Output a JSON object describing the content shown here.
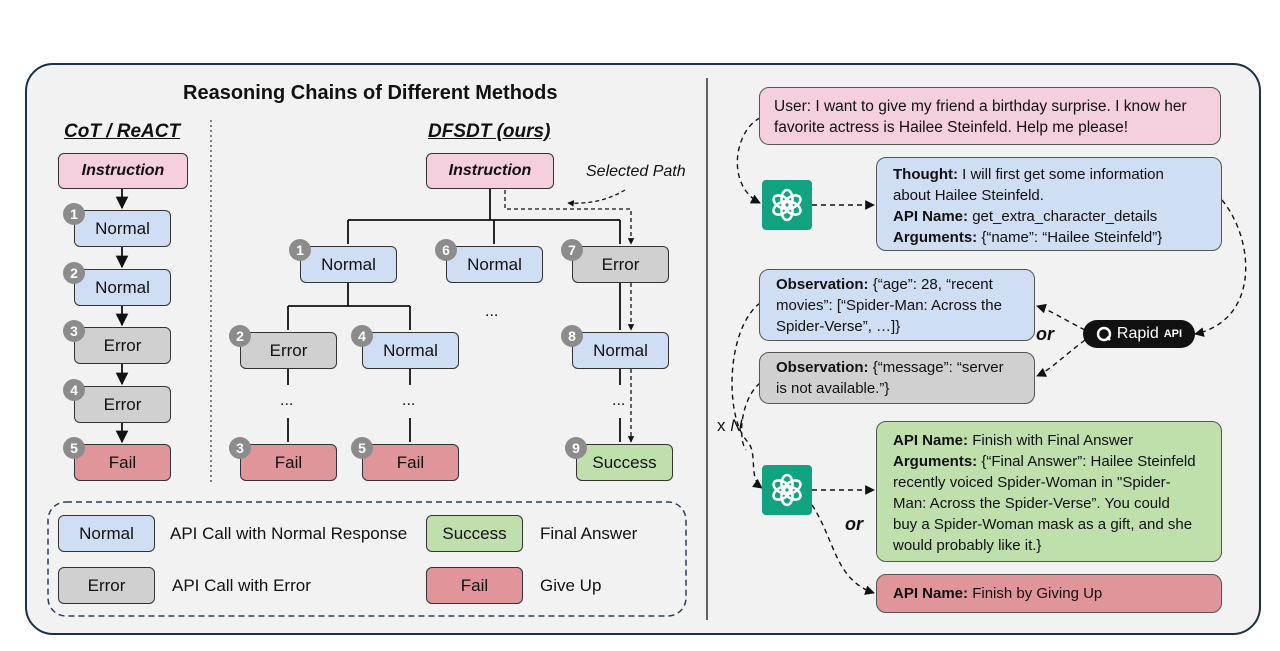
{
  "left": {
    "title": "Reasoning Chains of Different Methods",
    "cot": {
      "heading": "CoT / ReACT",
      "instruction": "Instruction",
      "steps": [
        {
          "num": "1",
          "label": "Normal"
        },
        {
          "num": "2",
          "label": "Normal"
        },
        {
          "num": "3",
          "label": "Error"
        },
        {
          "num": "4",
          "label": "Error"
        },
        {
          "num": "5",
          "label": "Fail"
        }
      ]
    },
    "dfsdt": {
      "heading": "DFSDT (ours)",
      "instruction": "Instruction",
      "selected_path": "Selected Path",
      "nodes": {
        "n1": {
          "num": "1",
          "label": "Normal"
        },
        "n6": {
          "num": "6",
          "label": "Normal"
        },
        "n7": {
          "num": "7",
          "label": "Error"
        },
        "n2": {
          "num": "2",
          "label": "Error"
        },
        "n4": {
          "num": "4",
          "label": "Normal"
        },
        "n8": {
          "num": "8",
          "label": "Normal"
        },
        "n3": {
          "num": "3",
          "label": "Fail"
        },
        "n5": {
          "num": "5",
          "label": "Fail"
        },
        "n9": {
          "num": "9",
          "label": "Success"
        }
      },
      "ellipsis": "..."
    },
    "legend": [
      {
        "box": "Normal",
        "text": "API Call with Normal Response"
      },
      {
        "box": "Success",
        "text": "Final Answer"
      },
      {
        "box": "Error",
        "text": "API Call with Error"
      },
      {
        "box": "Fail",
        "text": "Give Up"
      }
    ]
  },
  "right": {
    "user": [
      "User: I want to give my friend a birthday surprise. I know her",
      "favorite actress is Hailee Steinfeld. Help me please!"
    ],
    "thought": {
      "thought_label": "Thought:",
      "thought_l1": " I will first get some information",
      "thought_l2": "about Hailee Steinfeld.",
      "api_label": "API Name:",
      "api_value": " get_extra_character_details",
      "args_label": "Arguments:",
      "args_value": " {“name”: “Hailee Steinfeld”}"
    },
    "obs1": {
      "label": "Observation:",
      "l1": " {“age”: 28, “recent",
      "l2": "movies”: [“Spider-Man: Across the",
      "l3": "Spider-Verse”, …]}"
    },
    "obs2": {
      "label": "Observation:",
      "l1": " {“message”: “server",
      "l2": "is not available.”}"
    },
    "rapid": {
      "name": "Rapid",
      "suffix": "API"
    },
    "or1": "or",
    "or2": "or",
    "xn": {
      "x": "x ",
      "n": "N"
    },
    "final": {
      "api_label": "API Name:",
      "api_value": "  Finish with Final Answer",
      "args_label": "Arguments:",
      "l1": " {“Final Answer”: Hailee Steinfeld",
      "l2": "recently voiced Spider-Woman in \"Spider-",
      "l3": "Man: Across the Spider-Verse”.  You could",
      "l4": "buy a Spider-Woman mask as a gift, and she",
      "l5": "would probably like it.}"
    },
    "giveup": {
      "api_label": "API Name:",
      "api_value": "  Finish by Giving Up"
    }
  },
  "colors": {
    "normal": "#cfdef2",
    "error": "#d0d0d0",
    "instruction": "#f4cfde",
    "fail": "#e0959a",
    "success": "#bfe0ac",
    "openai": "#10a37f"
  }
}
